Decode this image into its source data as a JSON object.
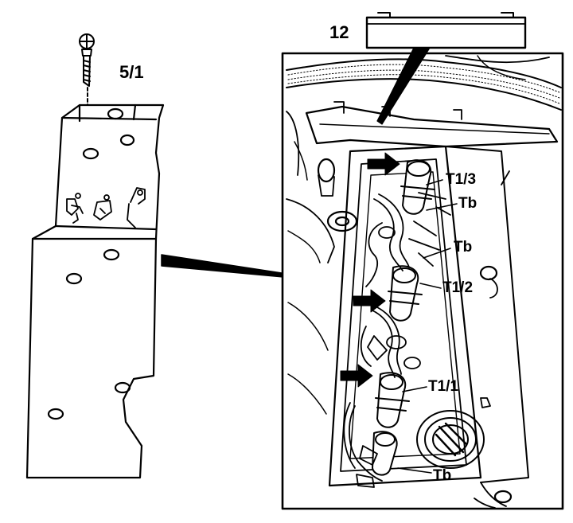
{
  "figure": {
    "labels": {
      "cover_part": "5/1",
      "top_part": "12",
      "coil_3": "T1/3",
      "coil_2": "T1/2",
      "coil_1": "T1/1",
      "tb_upper": "Tb",
      "tb_middle": "Tb",
      "tb_lower": "Tb"
    },
    "colors": {
      "ink": "#000000",
      "paper": "#ffffff"
    }
  }
}
